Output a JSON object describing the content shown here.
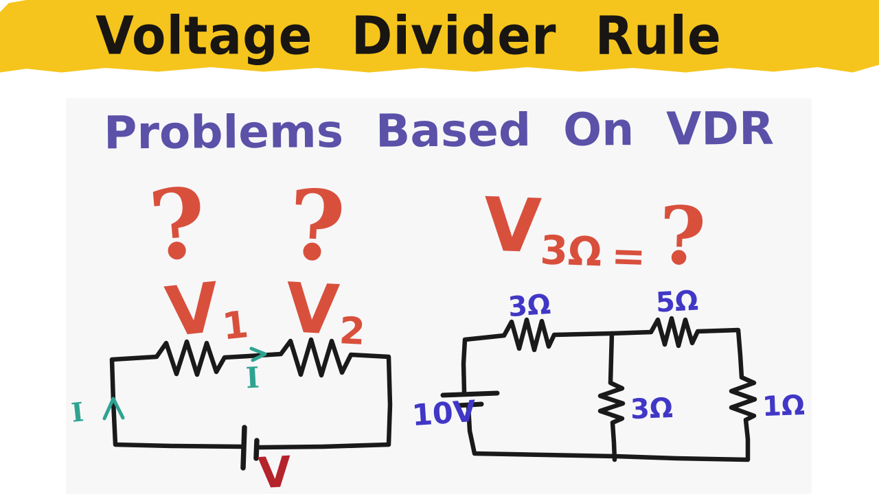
{
  "banner": {
    "title": "Voltage Divider Rule"
  },
  "heading": "Problems Based On VDR",
  "left_circuit": {
    "qmark1": "?",
    "qmark2": "?",
    "v1_base": "V",
    "v1_sub": "1",
    "v2_base": "V",
    "v2_sub": "2",
    "current_top": "I",
    "current_left": "I",
    "source": "V"
  },
  "right_circuit": {
    "q_base": "V",
    "q_sub": "3Ω",
    "q_equals": "=",
    "q_mark": "?",
    "r_top_left": "3Ω",
    "r_top_right": "5Ω",
    "r_mid": "3Ω",
    "r_right": "1Ω",
    "source": "10V"
  },
  "colors": {
    "banner_bg": "#F5C51D",
    "ink": "#1A1A1A",
    "heading": "#5B51A8",
    "red": "#D8503C",
    "dark_red": "#B5232B",
    "teal": "#2FA392",
    "blue": "#4137C6",
    "board_bg": "#F7F7F8"
  }
}
